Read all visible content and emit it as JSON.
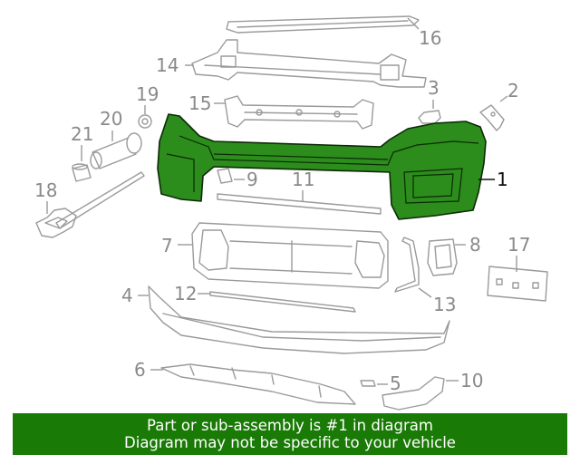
{
  "callouts": {
    "c1": "1",
    "c2": "2",
    "c3": "3",
    "c4": "4",
    "c5": "5",
    "c6": "6",
    "c7": "7",
    "c8": "8",
    "c9": "9",
    "c10": "10",
    "c11": "11",
    "c12": "12",
    "c13": "13",
    "c14": "14",
    "c15": "15",
    "c16": "16",
    "c17": "17",
    "c18": "18",
    "c19": "19",
    "c20": "20",
    "c21": "21"
  },
  "highlighted_part": "1",
  "colors": {
    "highlight": "#2c8c1c",
    "banner": "#1a7a06",
    "line": "#9a9a9a"
  },
  "banner": {
    "line1": "Part or sub-assembly is #1 in diagram",
    "line2": "Diagram may not be specific to your vehicle"
  }
}
